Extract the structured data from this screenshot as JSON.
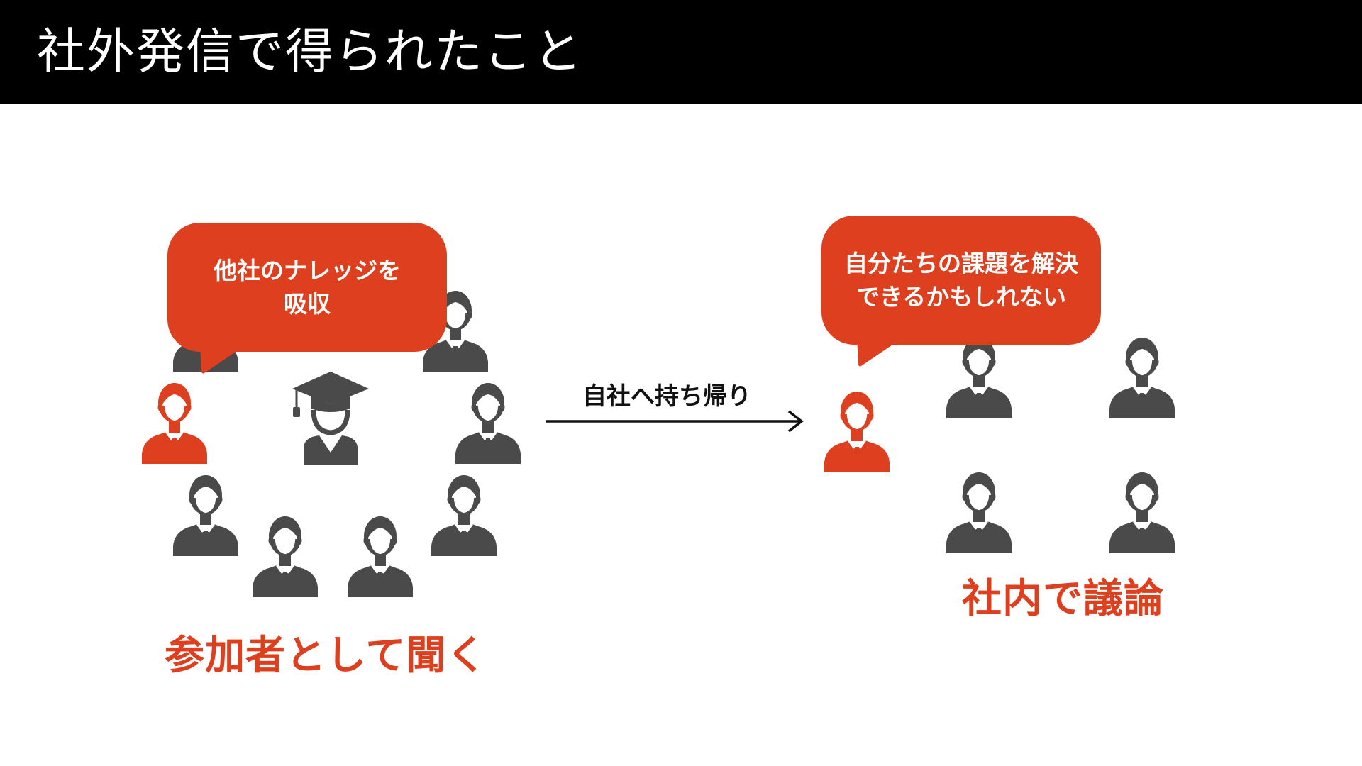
{
  "title": "社外発信で得られたこと",
  "left_group": {
    "bubble_text": "他社のナレッジを\n吸収",
    "caption": "参加者として聞く"
  },
  "transition": {
    "label": "自社へ持ち帰り"
  },
  "right_group": {
    "bubble_text": "自分たちの課題を解決\nできるかもしれない",
    "caption": "社内で議論"
  },
  "colors": {
    "accent": "#DE3F1E",
    "person_gray": "#4A4A4A",
    "title_bar": "#000000",
    "title_text": "#FFFFFF"
  },
  "icons": {
    "person": "person-icon",
    "highlighted_person": "person-icon-highlighted",
    "speaker": "graduation-cap-person-icon",
    "arrow": "arrow-right-icon"
  }
}
